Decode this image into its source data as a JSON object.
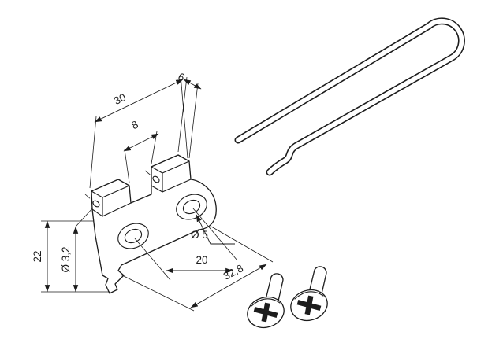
{
  "diagram": {
    "dims": {
      "d30": "30",
      "d8": "8",
      "d6": "6",
      "d22": "22",
      "d3_2": "Ø 3,2",
      "d5": "Ø 5",
      "d20": "20",
      "d32_8": "32,8"
    },
    "colors": {
      "line": "#1c1c1c",
      "background": "#ffffff"
    }
  }
}
